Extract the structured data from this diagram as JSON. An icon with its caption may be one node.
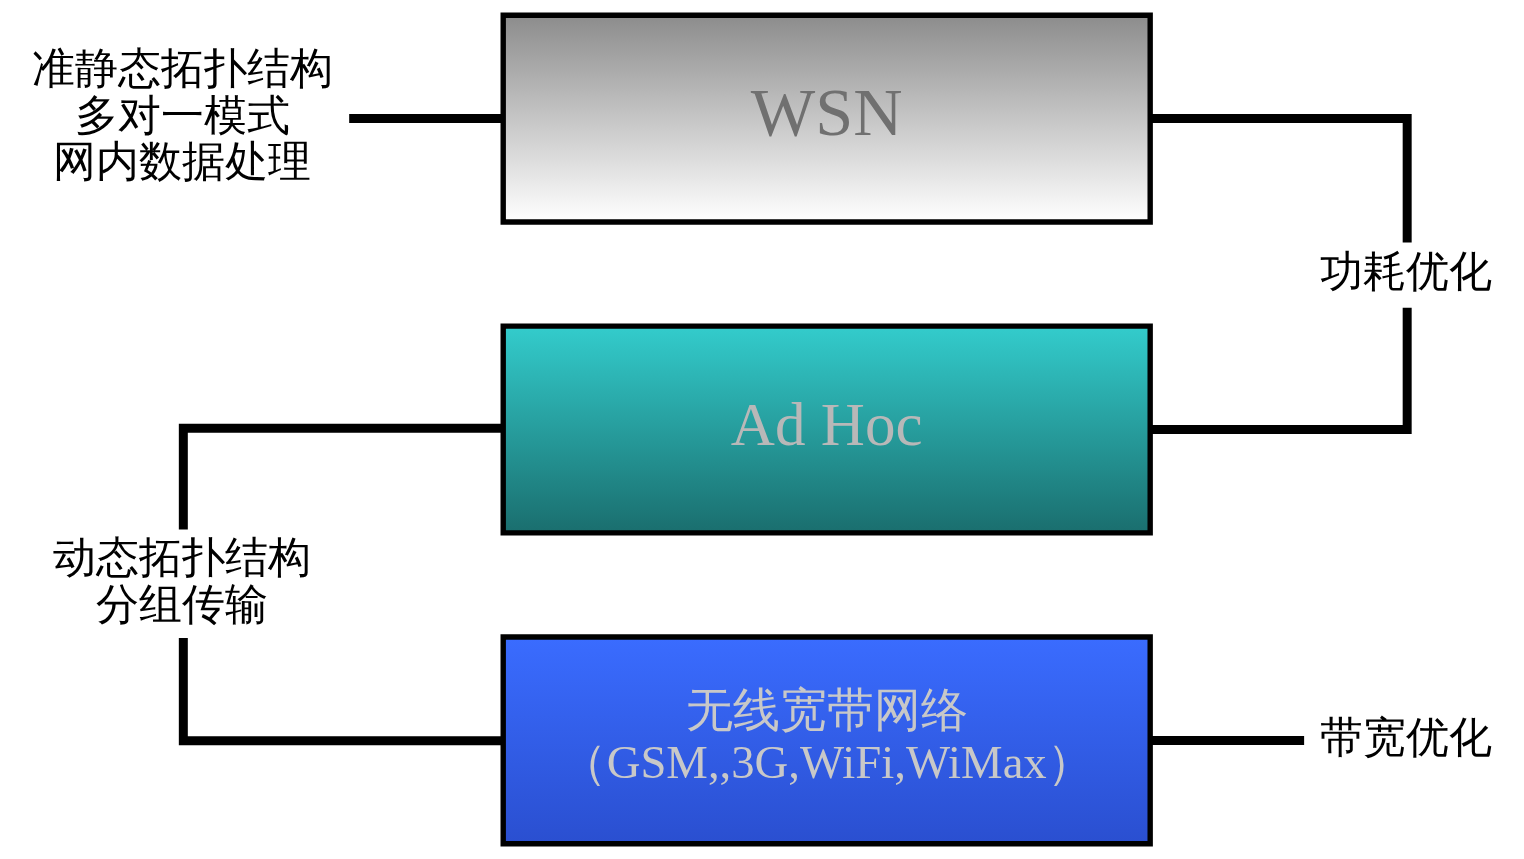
{
  "diagram": {
    "nodes": [
      {
        "text": [
          "准静态拓扑结构",
          "多对一模式",
          "网内数据处理"
        ]
      },
      {
        "text": [
          "WSN"
        ]
      },
      {
        "text": [
          "Ad Hoc"
        ]
      },
      {
        "text": [
          "无线宽带网络",
          "（GSM,,3G,WiFi,WiMax）"
        ]
      },
      {
        "text": [
          "动态拓扑结构",
          "分组传输"
        ]
      },
      {
        "text": [
          "功耗优化"
        ]
      },
      {
        "text": [
          "带宽优化"
        ]
      }
    ],
    "edges": [
      {
        "from": 0,
        "to": 1,
        "arrow": "none"
      },
      {
        "from": 1,
        "to": 5,
        "arrow": "none"
      },
      {
        "from": 2,
        "to": 5,
        "arrow": "none"
      },
      {
        "from": 4,
        "to": 2,
        "arrow": "none"
      },
      {
        "from": 4,
        "to": 3,
        "arrow": "none"
      },
      {
        "from": 3,
        "to": 6,
        "arrow": "none"
      }
    ]
  }
}
